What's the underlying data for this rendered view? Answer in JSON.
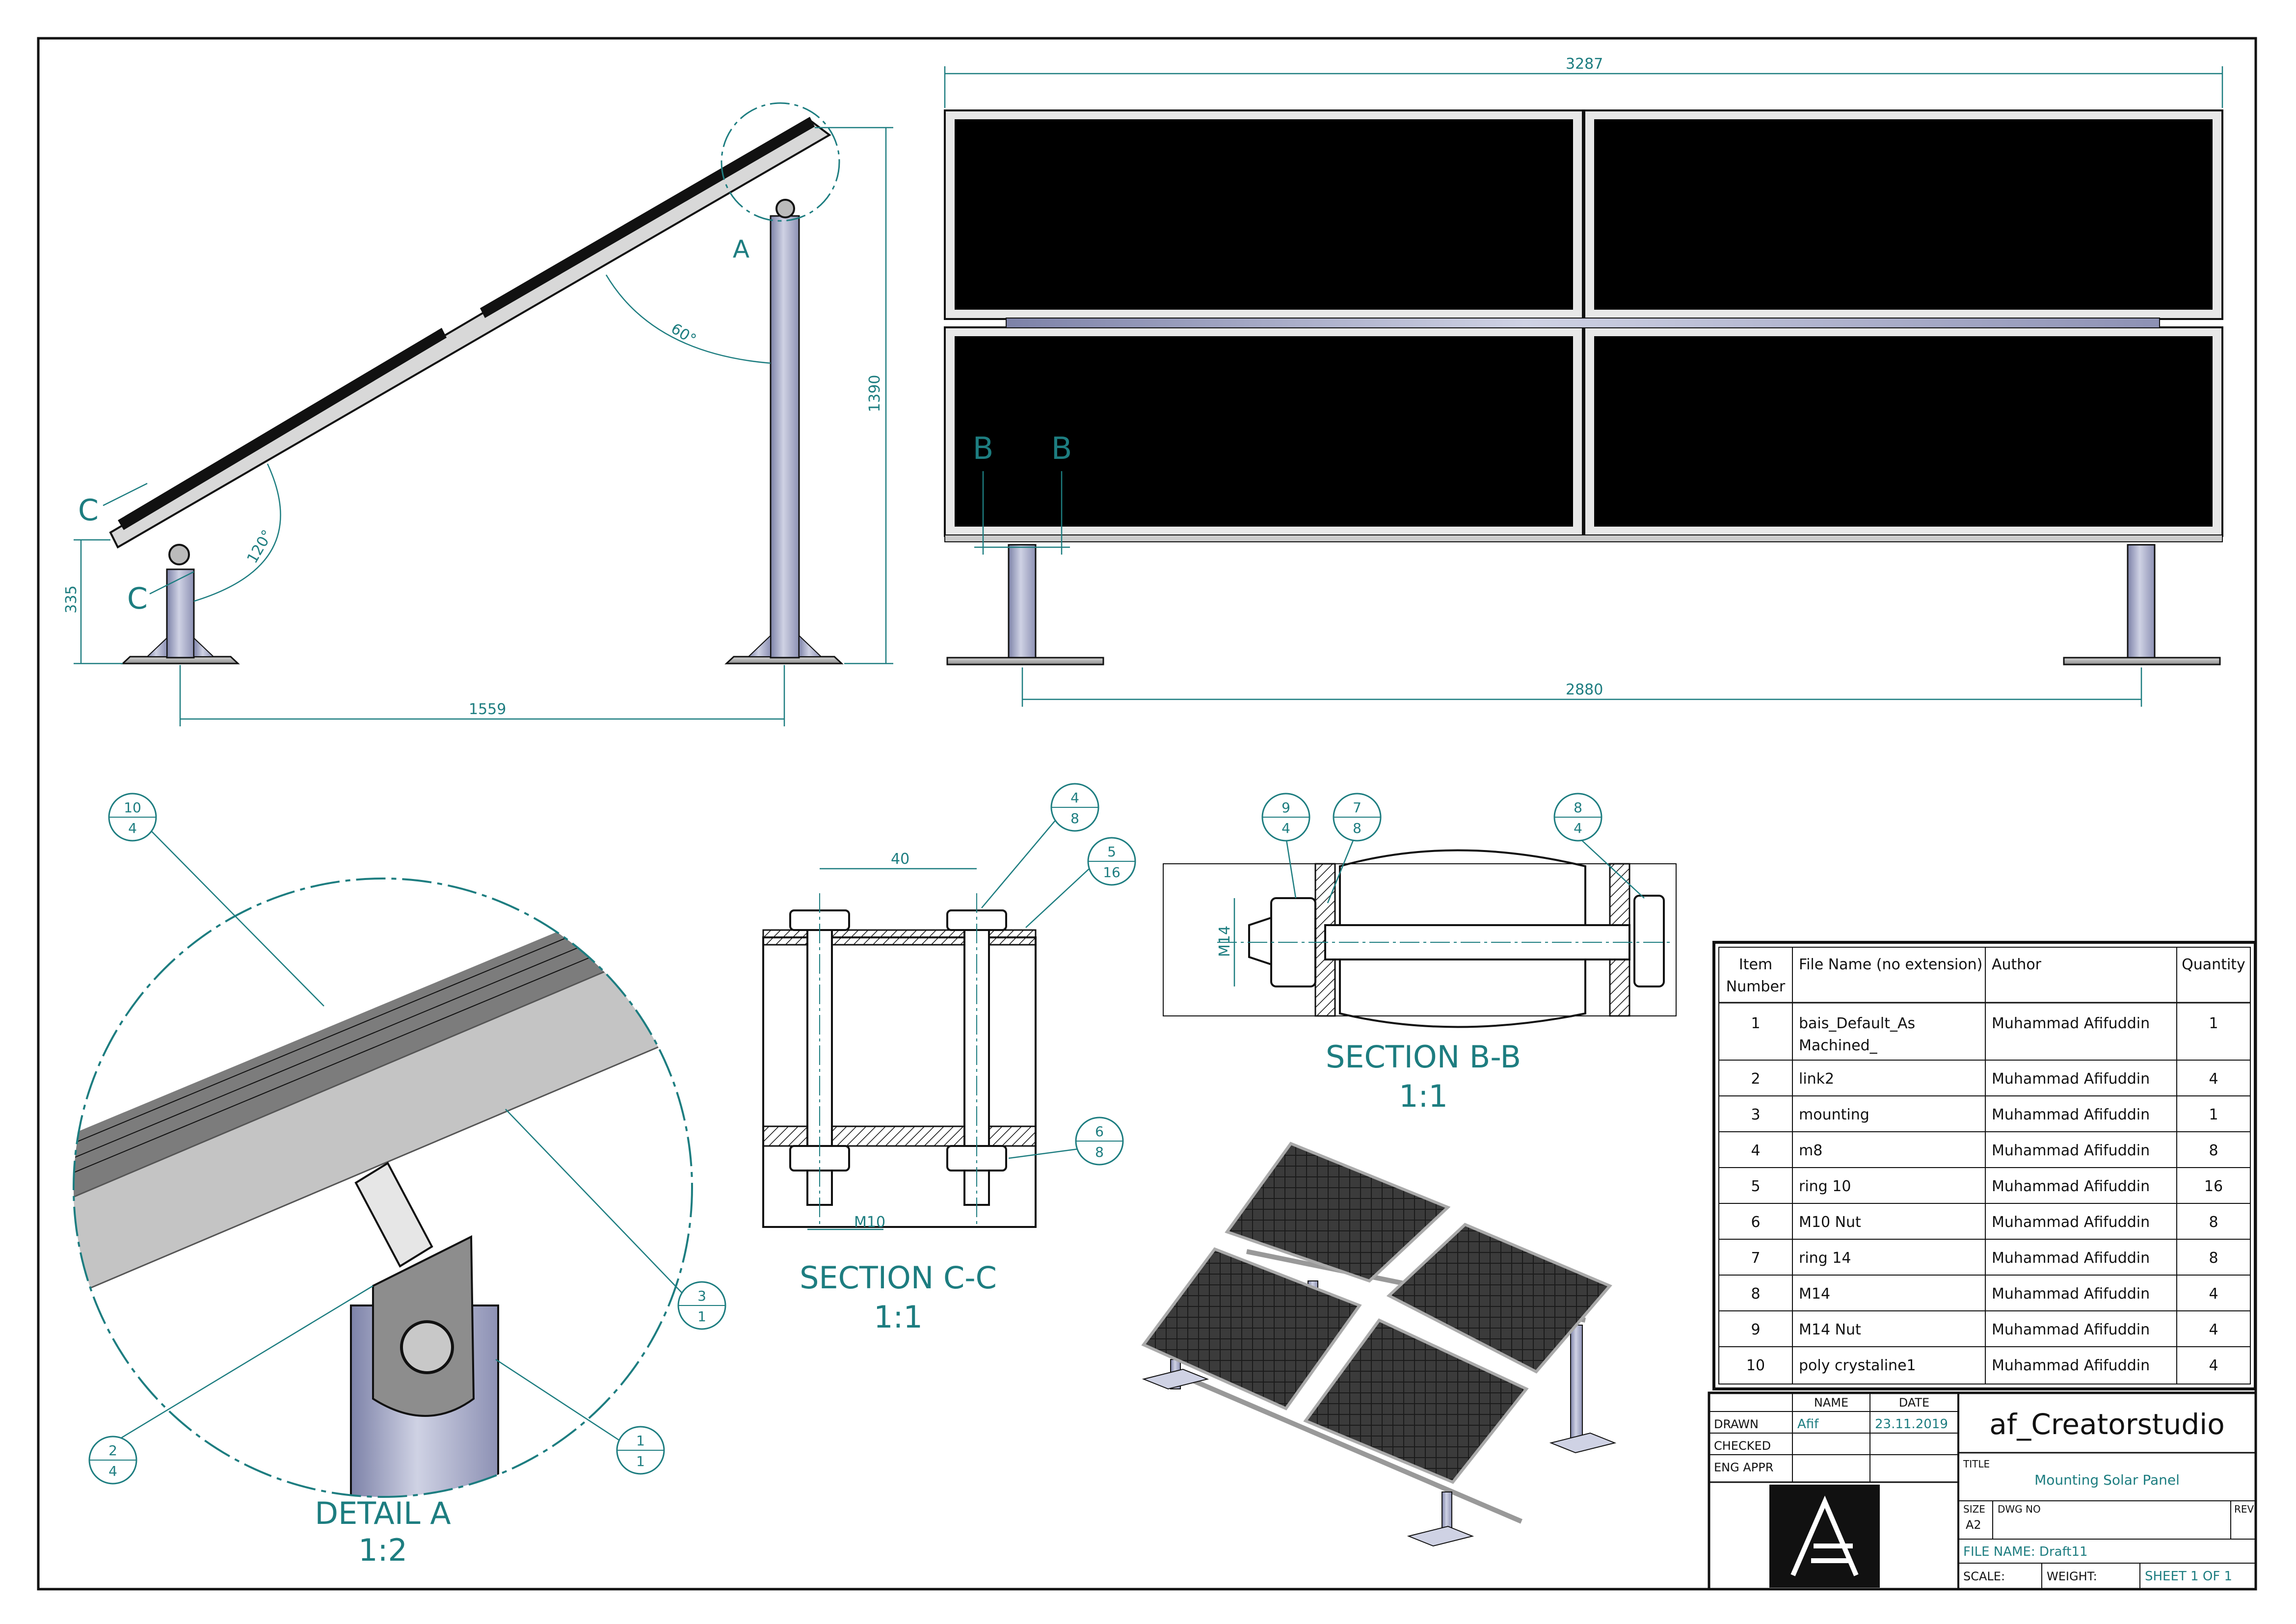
{
  "colors": {
    "accent": "#1d7d80",
    "ink": "#111111",
    "panel": "#000000",
    "steel": "#a9adc9"
  },
  "dimensions": {
    "side_span": "1559",
    "side_height": "1390",
    "side_low": "335",
    "angle_top": "60°",
    "angle_bottom": "120°",
    "front_width": "3287",
    "front_base": "2880",
    "section_cc_pitch": "40",
    "section_cc_bolt": "M10",
    "section_bb_bolt": "M14"
  },
  "section_marks": {
    "side_c1": "C",
    "side_c2": "C",
    "detail": "A",
    "front_b1": "B",
    "front_b2": "B"
  },
  "views": {
    "detail_a": {
      "title": "DETAIL A",
      "scale": "1:2"
    },
    "section_cc": {
      "title": "SECTION C-C",
      "scale": "1:1"
    },
    "section_bb": {
      "title": "SECTION B-B",
      "scale": "1:1"
    }
  },
  "balloons": [
    {
      "item": "10",
      "qty": "4"
    },
    {
      "item": "3",
      "qty": "1"
    },
    {
      "item": "2",
      "qty": "4"
    },
    {
      "item": "1",
      "qty": "1"
    },
    {
      "item": "4",
      "qty": "8"
    },
    {
      "item": "5",
      "qty": "16"
    },
    {
      "item": "6",
      "qty": "8"
    },
    {
      "item": "9",
      "qty": "4"
    },
    {
      "item": "7",
      "qty": "8"
    },
    {
      "item": "8",
      "qty": "4"
    }
  ],
  "bom": {
    "headers": {
      "item1": "Item",
      "item2": "Number",
      "file": "File Name (no extension)",
      "author": "Author",
      "qty": "Quantity"
    },
    "rows": [
      {
        "item": "1",
        "file1": "bais_Default_As",
        "file2": "Machined_",
        "author": "Muhammad Afifuddin",
        "qty": "1"
      },
      {
        "item": "2",
        "file1": "link2",
        "file2": "",
        "author": "Muhammad Afifuddin",
        "qty": "4"
      },
      {
        "item": "3",
        "file1": "mounting",
        "file2": "",
        "author": "Muhammad Afifuddin",
        "qty": "1"
      },
      {
        "item": "4",
        "file1": "m8",
        "file2": "",
        "author": "Muhammad Afifuddin",
        "qty": "8"
      },
      {
        "item": "5",
        "file1": "ring 10",
        "file2": "",
        "author": "Muhammad Afifuddin",
        "qty": "16"
      },
      {
        "item": "6",
        "file1": "M10 Nut",
        "file2": "",
        "author": "Muhammad Afifuddin",
        "qty": "8"
      },
      {
        "item": "7",
        "file1": "ring 14",
        "file2": "",
        "author": "Muhammad Afifuddin",
        "qty": "8"
      },
      {
        "item": "8",
        "file1": "M14",
        "file2": "",
        "author": "Muhammad Afifuddin",
        "qty": "4"
      },
      {
        "item": "9",
        "file1": "M14 Nut",
        "file2": "",
        "author": "Muhammad Afifuddin",
        "qty": "4"
      },
      {
        "item": "10",
        "file1": "poly crystaline1",
        "file2": "",
        "author": "Muhammad Afifuddin",
        "qty": "4"
      }
    ]
  },
  "title_block": {
    "col_name": "NAME",
    "col_date": "DATE",
    "drawn": "DRAWN",
    "checked": "CHECKED",
    "eng_appr": "ENG APPR",
    "drawn_name": "Afif",
    "drawn_date": "23.11.2019",
    "company": "af_Creatorstudio",
    "title_label": "TITLE",
    "title": "Mounting Solar Panel",
    "size_label": "SIZE",
    "size": "A2",
    "dwg_label": "DWG NO",
    "rev_label": "REV",
    "file_name": "FILE NAME: Draft11",
    "scale": "SCALE:",
    "weight": "WEIGHT:",
    "sheet": "SHEET 1 OF 1"
  }
}
